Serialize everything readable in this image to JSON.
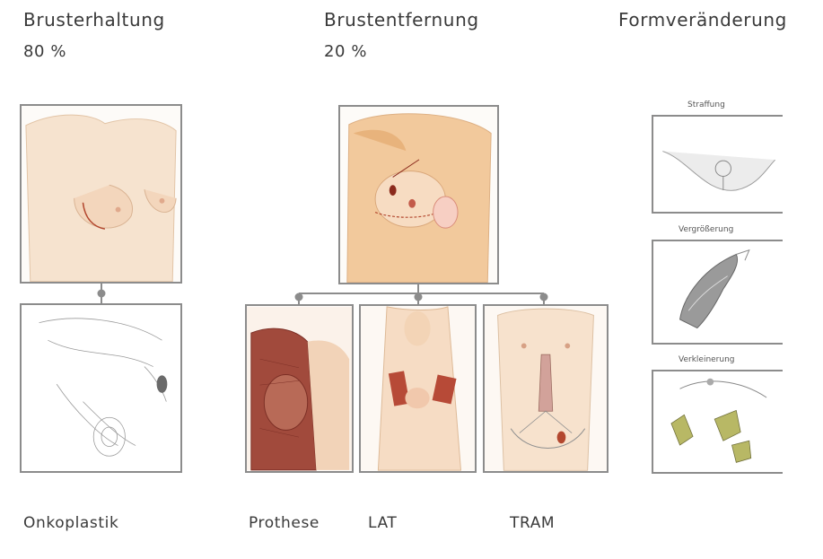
{
  "headers": {
    "col1_title": "Brusterhaltung",
    "col1_pct": "80 %",
    "col2_title": "Brustentfernung",
    "col2_pct": "20 %",
    "col3_title": "Formveränderung"
  },
  "right_column": {
    "caption_1": "Straffung",
    "caption_2": "Vergrößerung",
    "caption_3": "Verkleinerung"
  },
  "bottom_labels": {
    "onkoplastik": "Onkoplastik",
    "prothese": "Prothese",
    "lat": "LAT",
    "tram": "TRAM"
  },
  "colors": {
    "frame_border": "#8c8c8c",
    "connector": "#8c8c8c",
    "skin": "#f3d9c0",
    "muscle": "#a14a3c",
    "text": "#3a3a3a"
  }
}
